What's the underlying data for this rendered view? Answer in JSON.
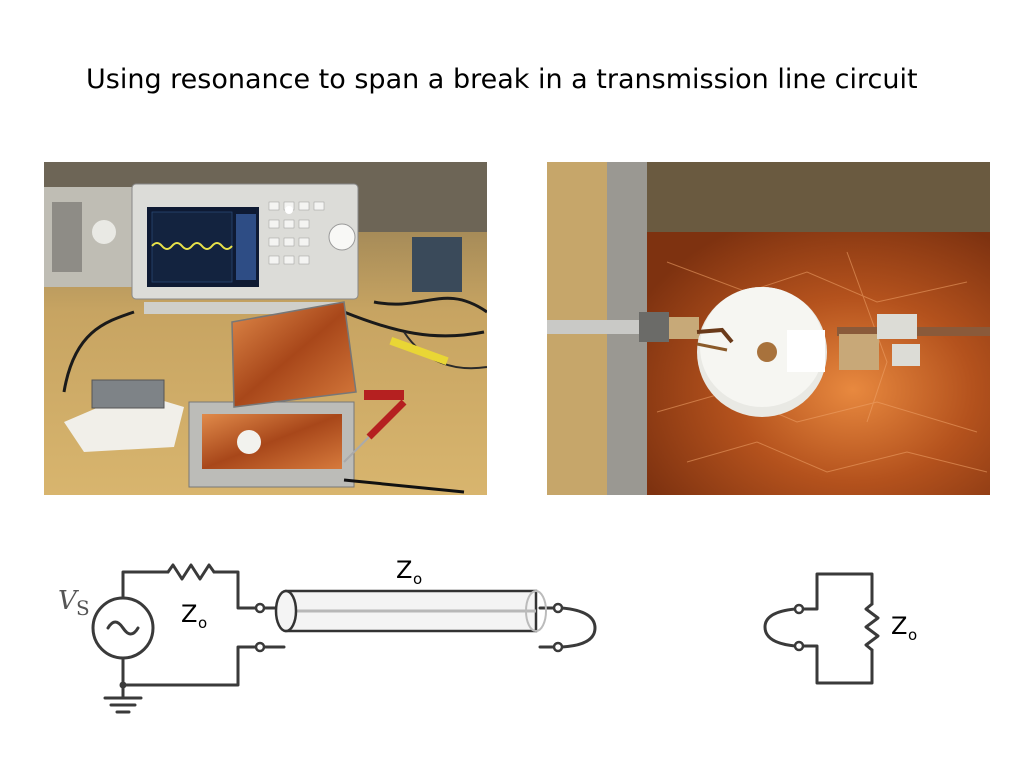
{
  "slide": {
    "title": "Using resonance to span a break in a transmission line circuit"
  },
  "circuit_left": {
    "source_label": "V",
    "source_subscript": "S",
    "resistor_label": "Z",
    "resistor_subscript": "o",
    "line_label": "Z",
    "line_subscript": "o"
  },
  "circuit_right": {
    "load_label": "Z",
    "load_subscript": "o"
  },
  "colors": {
    "copper": "#b5561e",
    "bench": "#c9a25a",
    "white_block": "#f2f2ee",
    "wire": "#222222"
  }
}
